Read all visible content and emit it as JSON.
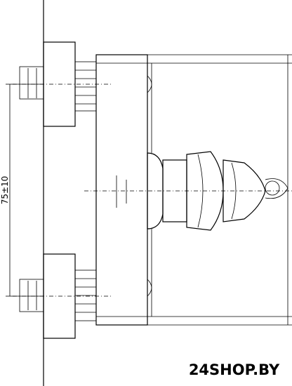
{
  "diagram": {
    "dimension_label": "75±10",
    "kind": "technical-drawing"
  },
  "watermark": {
    "text": "24SHOP.BY"
  }
}
